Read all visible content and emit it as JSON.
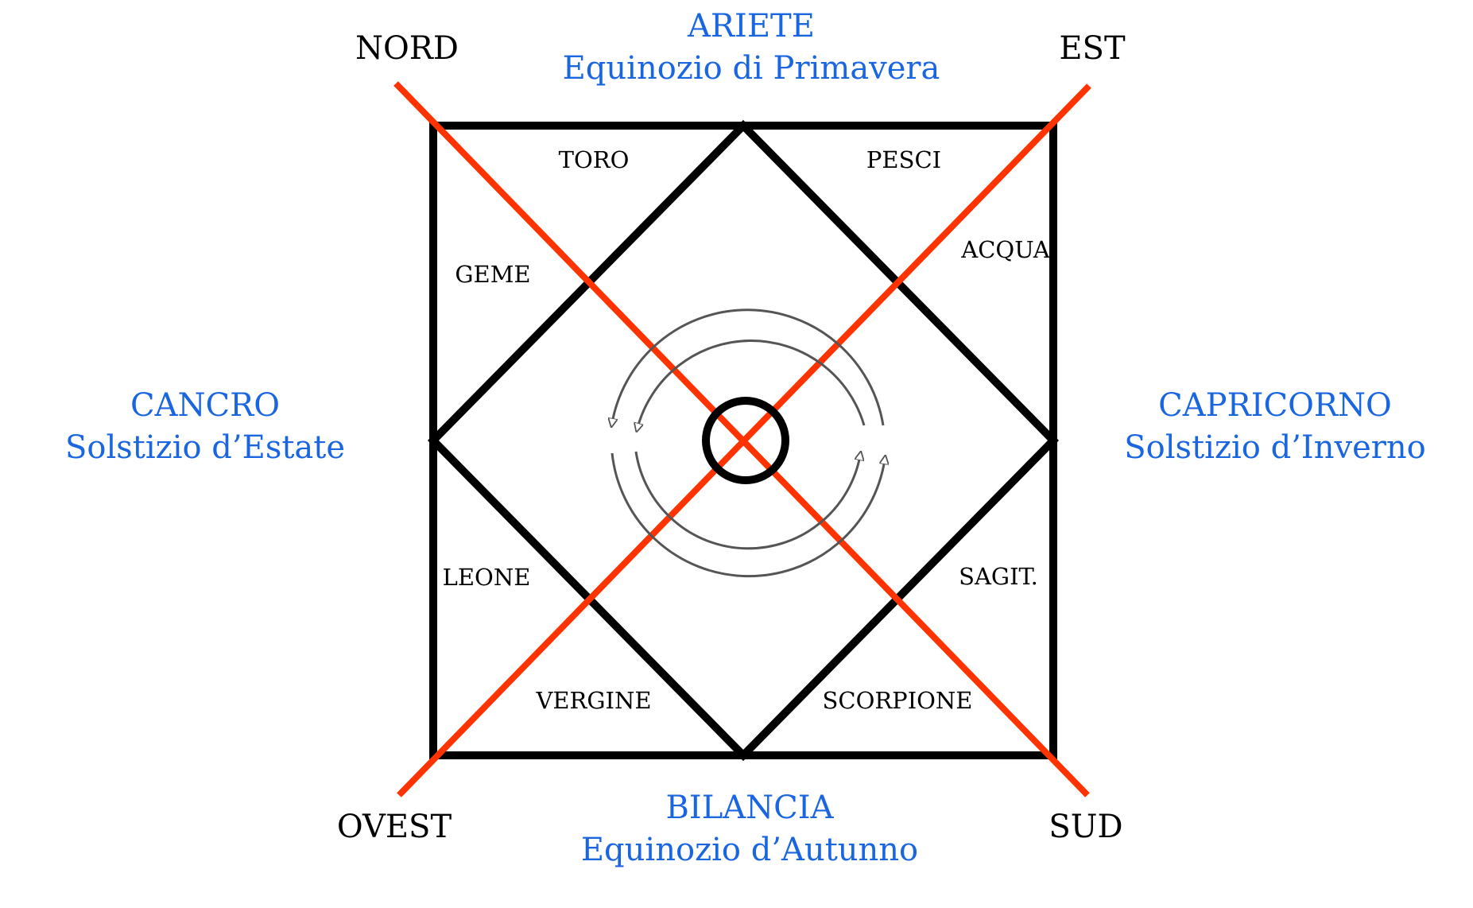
{
  "colors": {
    "frame": "#000000",
    "cross": "#ff3300",
    "season_text": "#1a66e0",
    "arcs": "#555555"
  },
  "directions": {
    "nord": "NORD",
    "est": "EST",
    "ovest": "OVEST",
    "sud": "SUD"
  },
  "seasons": {
    "top": {
      "sign": "ARIETE",
      "event": "Equinozio di Primavera"
    },
    "left": {
      "sign": "CANCRO",
      "event": "Solstizio d’Estate"
    },
    "right": {
      "sign": "CAPRICORNO",
      "event": "Solstizio d’Inverno"
    },
    "bottom": {
      "sign": "BILANCIA",
      "event": "Equinozio d’Autunno"
    }
  },
  "signs": {
    "toro": "TORO",
    "pesci": "PESCI",
    "geme": "GEME",
    "acqua": "ACQUA",
    "leone": "LEONE",
    "sagit": "SAGIT.",
    "vergine": "VERGINE",
    "scorpione": "SCORPIONE"
  }
}
